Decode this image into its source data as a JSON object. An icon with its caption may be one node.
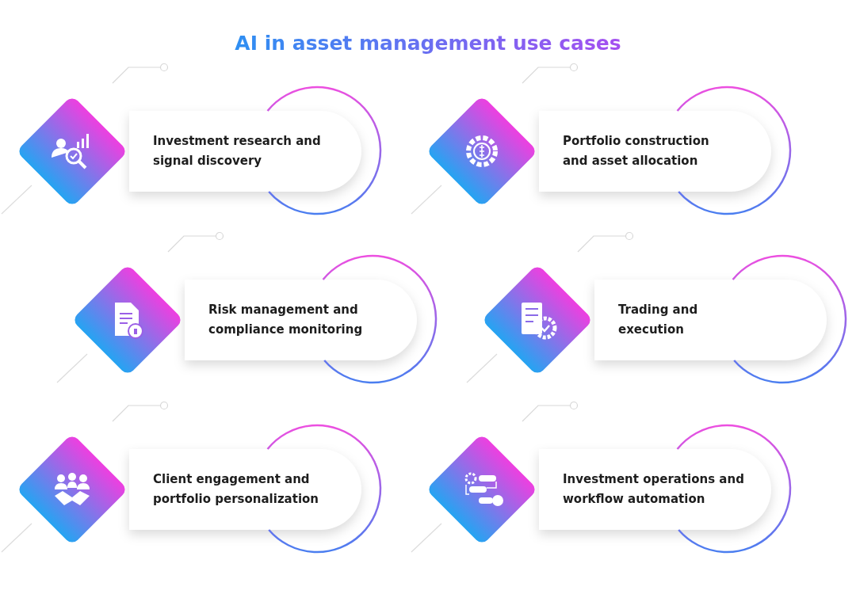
{
  "diagram": {
    "title": "AI in asset management use cases",
    "nodes": [
      {
        "text": [
          "Investment research and signal discovery"
        ]
      },
      {
        "text": [
          "Portfolio construction and asset allocation"
        ]
      },
      {
        "text": [
          "Risk management and compliance monitoring"
        ]
      },
      {
        "text": [
          "Trading and execution"
        ]
      },
      {
        "text": [
          "Client engagement and portfolio personalization"
        ]
      },
      {
        "text": [
          "Investment operations and workflow automation"
        ]
      }
    ]
  }
}
